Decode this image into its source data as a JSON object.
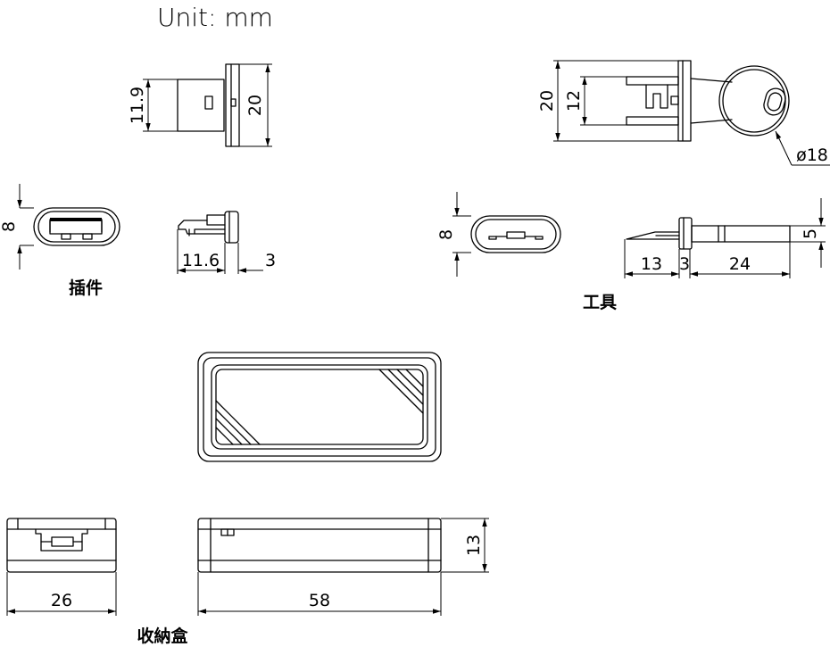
{
  "unit_label": "Unit: mm",
  "captions": {
    "plug": "插件",
    "tool": "工具",
    "box": "收納盒"
  },
  "dims": {
    "plug_height_inner": "11.9",
    "plug_height": "20",
    "plug_end_height": "8",
    "plug_body_length": "11.6",
    "plug_flange": "3",
    "tool_height": "20",
    "tool_inner": "12",
    "tool_ring_dia": "ø18",
    "tool_end_height": "8",
    "tool_tip": "13",
    "tool_flange": "3",
    "tool_handle": "24",
    "tool_handle_height": "5",
    "box_width": "26",
    "box_length": "58",
    "box_height": "13"
  }
}
